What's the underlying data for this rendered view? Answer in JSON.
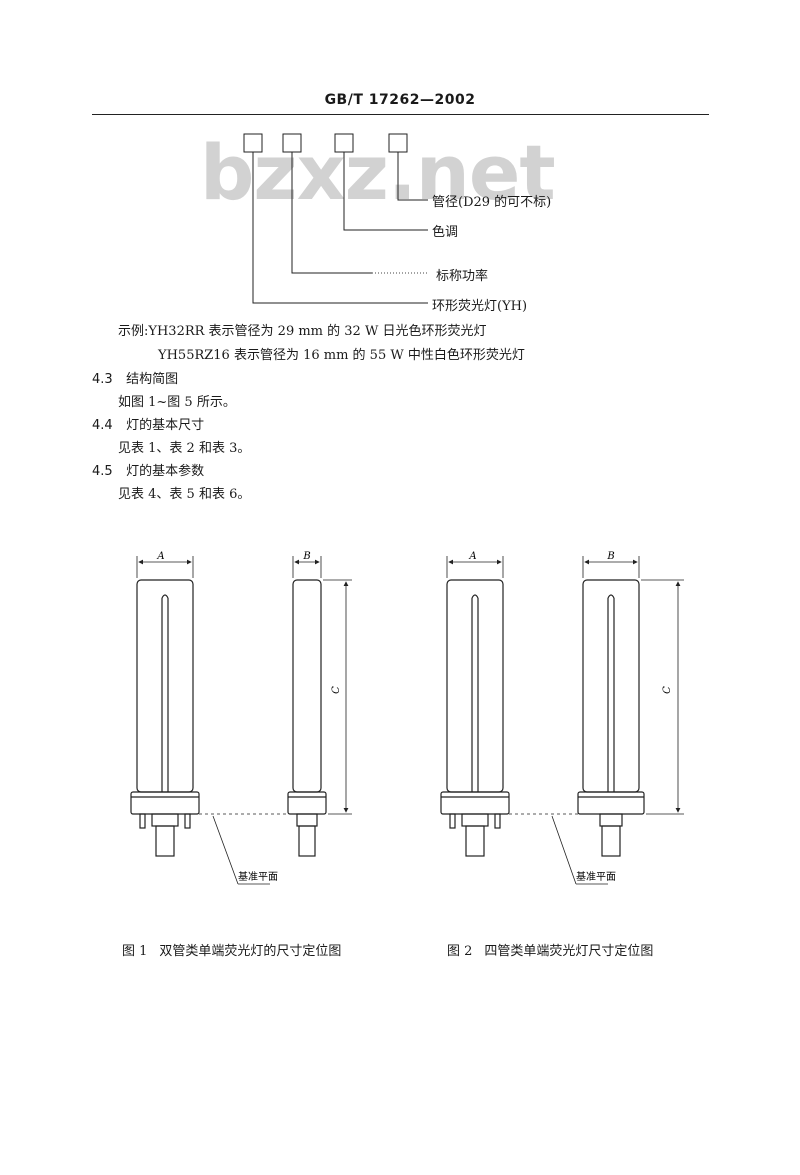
{
  "header": {
    "standard_code": "GB/T 17262—2002"
  },
  "watermark": "bzxz.net",
  "coding_diagram": {
    "labels": {
      "tube_diameter": "管径(D29 的可不标)",
      "color_tone": "色调",
      "rated_power": "标称功率",
      "lamp_type": "环形荧光灯(YH)"
    }
  },
  "examples": {
    "line1": "示例:YH32RR 表示管径为 29 mm 的 32 W 日光色环形荧光灯",
    "line2": "YH55RZ16 表示管径为 16 mm 的 55 W 中性白色环形荧光灯"
  },
  "sections": [
    {
      "number": "4.3",
      "title": "结构简图",
      "body": "如图 1~图 5 所示。"
    },
    {
      "number": "4.4",
      "title": "灯的基本尺寸",
      "body": "见表 1、表 2 和表 3。"
    },
    {
      "number": "4.5",
      "title": "灯的基本参数",
      "body": "见表 4、表 5 和表 6。"
    }
  ],
  "figures": [
    {
      "number": "图 1",
      "caption": "双管类单端荧光灯的尺寸定位图",
      "dims": {
        "width_front": "A",
        "width_side": "B",
        "length": "C"
      },
      "reference_plane": "基准平面"
    },
    {
      "number": "图 2",
      "caption": "四管类单端荧光灯尺寸定位图",
      "dims": {
        "width_front": "A",
        "width_side": "B",
        "length": "C"
      },
      "reference_plane": "基准平面"
    }
  ]
}
